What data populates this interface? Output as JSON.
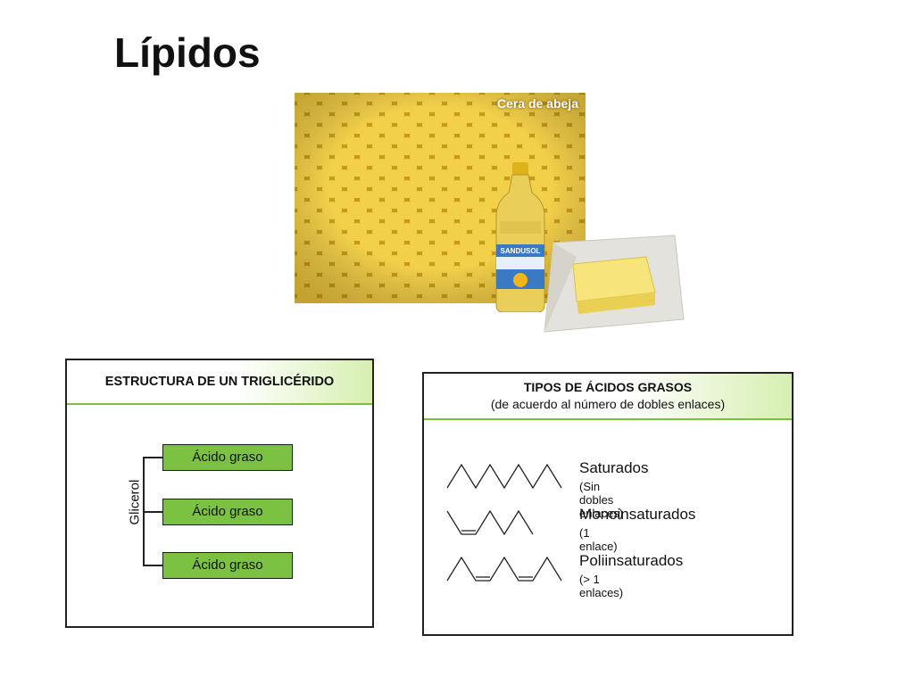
{
  "slide": {
    "title": "Lípidos"
  },
  "images": {
    "honeycomb_label": "Cera de abeja",
    "bottle_label": "SANDUSOL"
  },
  "triglyceride": {
    "header": "ESTRUCTURA DE UN TRIGLICÉRIDO",
    "backbone": "Glicerol",
    "acids": [
      "Ácido graso",
      "Ácido graso",
      "Ácido graso"
    ]
  },
  "fatty_acids": {
    "header": "TIPOS DE ÁCIDOS GRASOS",
    "subheader": "(de acuerdo al número de dobles enlaces)",
    "types": [
      {
        "name": "Saturados",
        "note": "(Sin dobles enlaces)"
      },
      {
        "name": "Monoinsaturados",
        "note": "(1 enlace)"
      },
      {
        "name": "Poliinsaturados",
        "note": "(> 1 enlaces)"
      }
    ]
  },
  "colors": {
    "accent_green": "#7cc242",
    "header_green": "#d6efb0"
  }
}
